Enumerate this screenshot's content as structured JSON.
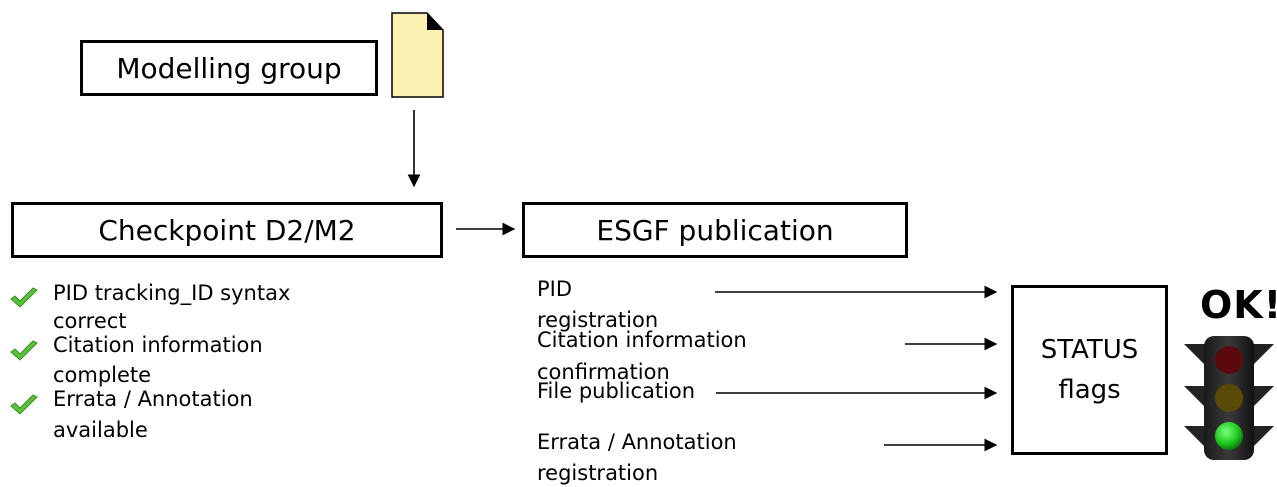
{
  "modelling_group": "Modelling group",
  "checkpoint": "Checkpoint D2/M2",
  "esgf": "ESGF publication",
  "checks": [
    {
      "line1": "PID tracking_ID syntax",
      "line2": "correct"
    },
    {
      "line1": "Citation information",
      "line2": "complete"
    },
    {
      "line1": "Errata / Annotation",
      "line2": "available"
    }
  ],
  "publication_steps": [
    {
      "line1": "PID",
      "line2": "registration"
    },
    {
      "line1": "Citation information",
      "line2": "confirmation"
    },
    {
      "line1": "File publication",
      "line2": ""
    },
    {
      "line1": "Errata / Annotation",
      "line2": "registration"
    }
  ],
  "status": {
    "line1": "STATUS",
    "line2": "flags"
  },
  "ok": "OK!",
  "colors": {
    "document": "#fbf2b3",
    "check": "#5ac23a",
    "light_red": "#5a0a0a",
    "light_yellow": "#5a4a08",
    "light_green": "#1ec81e"
  },
  "icons": [
    "document-icon",
    "checkmark-icon",
    "traffic-light-icon"
  ]
}
